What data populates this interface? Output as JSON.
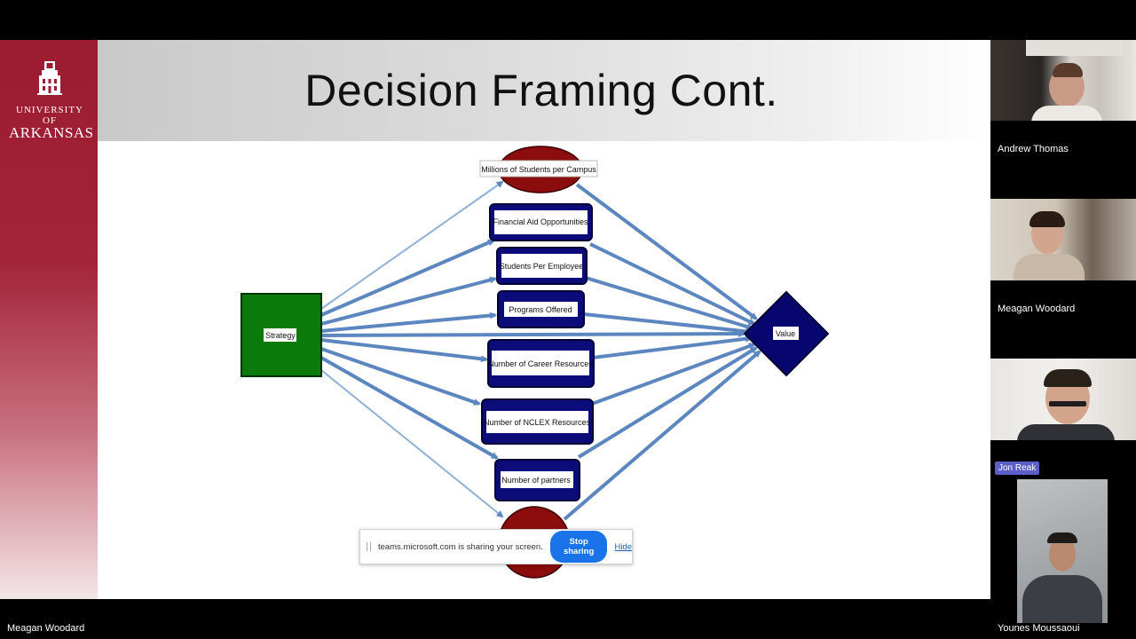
{
  "slide": {
    "title": "Decision Framing Cont.",
    "logo_line1": "UNIVERSITY OF",
    "logo_line2": "ARKANSAS"
  },
  "diagram": {
    "decision_node": "Strategy",
    "value_node": "Value",
    "chance_top": "Millions of Students per Campus",
    "nodes": [
      "Financial Aid Opportunities",
      "Students Per Employee",
      "Programs Offered",
      "Number of Career Resources",
      "Number of NCLEX Resources",
      "Number of partners"
    ],
    "colors": {
      "decision": "#0b7a0b",
      "chance": "#8b0d0d",
      "deterministic": "#0b0b7a",
      "value": "#06066e",
      "arrow": "#5b86bf"
    }
  },
  "share_bar": {
    "message": "teams.microsoft.com is sharing your screen.",
    "stop_label": "Stop sharing",
    "hide_label": "Hide"
  },
  "presenter": {
    "name": "Meagan Woodard"
  },
  "participants": [
    {
      "name": "Andrew Thomas"
    },
    {
      "name": "Meagan Woodard"
    },
    {
      "name": "Jon Reak"
    },
    {
      "name": "Younes Moussaoui"
    }
  ]
}
